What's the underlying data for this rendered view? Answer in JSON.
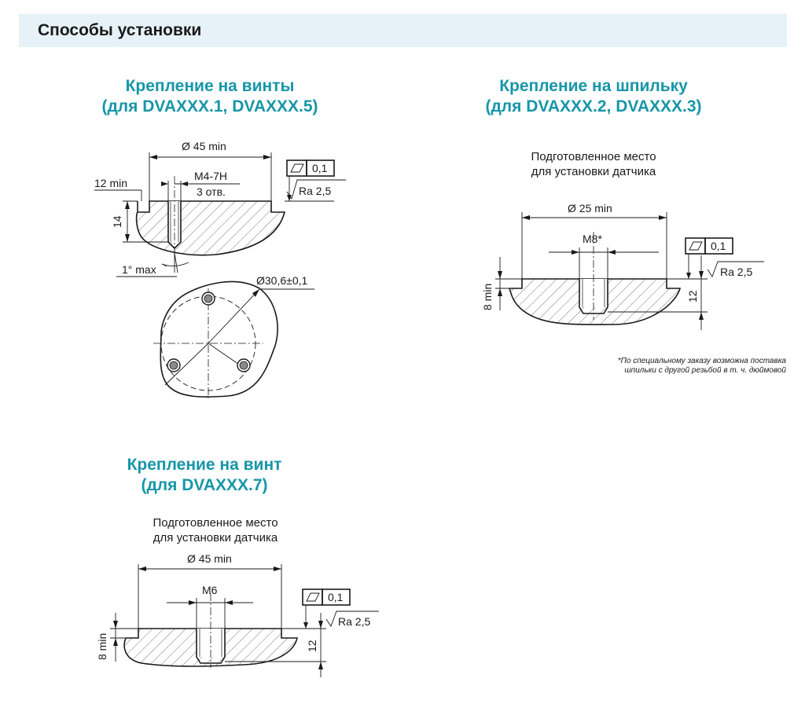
{
  "header": {
    "title": "Способы установки"
  },
  "sections": {
    "screws": {
      "title_line1": "Крепление на винты",
      "title_line2": "(для DVAXXX.1, DVAXXX.5)",
      "dim_diameter": "Ø 45 min",
      "dim_thread": "M4-7H",
      "dim_holes": "3 отв.",
      "dim_min_offset": "12 min",
      "dim_depth": "14",
      "dim_angle": "1° max",
      "dim_circle": "Ø30,6±0,1",
      "flatness_value": "0,1",
      "roughness": "Ra 2,5"
    },
    "stud": {
      "title_line1": "Крепление на шпильку",
      "title_line2": "(для DVAXXX.2, DVAXXX.3)",
      "prep_line1": "Подготовленное место",
      "prep_line2": "для установки датчика",
      "dim_diameter": "Ø 25 min",
      "dim_thread": "M8*",
      "dim_depth_min": "8 min",
      "dim_total": "12",
      "flatness_value": "0,1",
      "roughness": "Ra 2,5",
      "footnote_line1": "*По специальному заказу возможна поставка",
      "footnote_line2": "шпильки с другой резьбой в т. ч. дюймовой"
    },
    "screw": {
      "title_line1": "Крепление на винт",
      "title_line2": "(для DVAXXX.7)",
      "prep_line1": "Подготовленное место",
      "prep_line2": "для установки датчика",
      "dim_diameter": "Ø 45 min",
      "dim_thread": "M6",
      "dim_depth_min": "8 min",
      "dim_total": "12",
      "flatness_value": "0,1",
      "roughness": "Ra 2,5"
    }
  },
  "colors": {
    "accent": "#1796a8",
    "header_bg": "#e6f2f7",
    "line": "#1a1a1a"
  }
}
